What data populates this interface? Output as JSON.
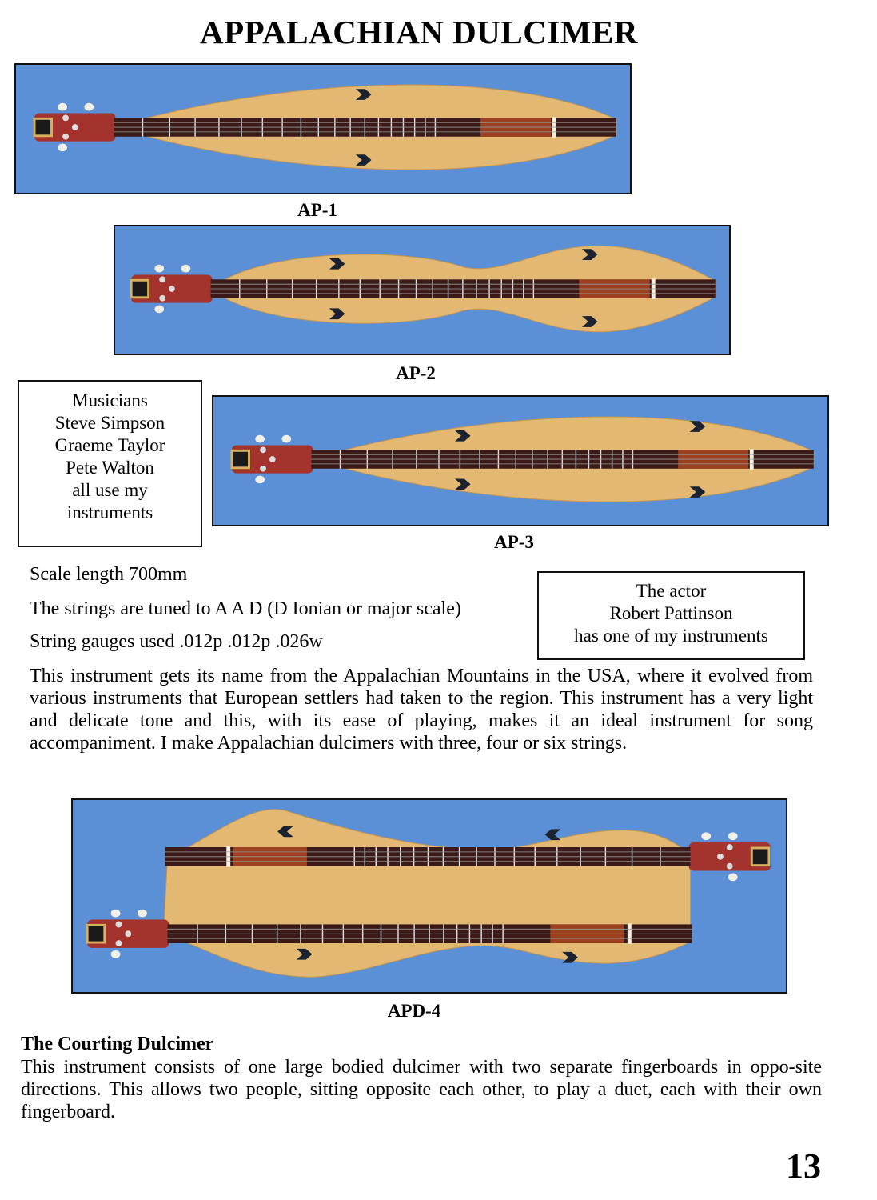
{
  "title": "APPALACHIAN DULCIMER",
  "photos": [
    {
      "caption": "AP-1"
    },
    {
      "caption": "AP-2"
    },
    {
      "caption": "AP-3"
    },
    {
      "caption": "APD-4"
    }
  ],
  "musicians_box": {
    "lines": [
      "Musicians",
      "Steve Simpson",
      "Graeme Taylor",
      "Pete Walton",
      "all use my",
      "instruments"
    ]
  },
  "actor_box": {
    "lines": [
      "The actor",
      "Robert Pattinson",
      "has one of my instruments"
    ]
  },
  "specs": {
    "scale_length": "Scale length 700mm",
    "tuning": "The strings are tuned to A A D (D Ionian or major scale)",
    "gauges": "String gauges used .012p .012p .026w"
  },
  "description": "This instrument gets its name from the Appalachian Mountains in the USA, where it evolved from  various instruments that European settlers had taken to the region. This instrument has a very light and delicate tone and this, with its ease of playing, makes it an ideal instrument for song accompaniment. I make Appalachian dulcimers with three, four or six strings.",
  "courting": {
    "heading": "The Courting Dulcimer",
    "text": "This instrument consists of one large bodied dulcimer with two separate fingerboards in oppo-site directions. This allows two people, sitting opposite each other, to play a duet, each with their own fingerboard."
  },
  "page_number": "13",
  "colors": {
    "backdrop": "#5b8fd6",
    "wood": "#e2b872",
    "fretboard": "#3b1a18",
    "headstock": "#a3332c"
  }
}
